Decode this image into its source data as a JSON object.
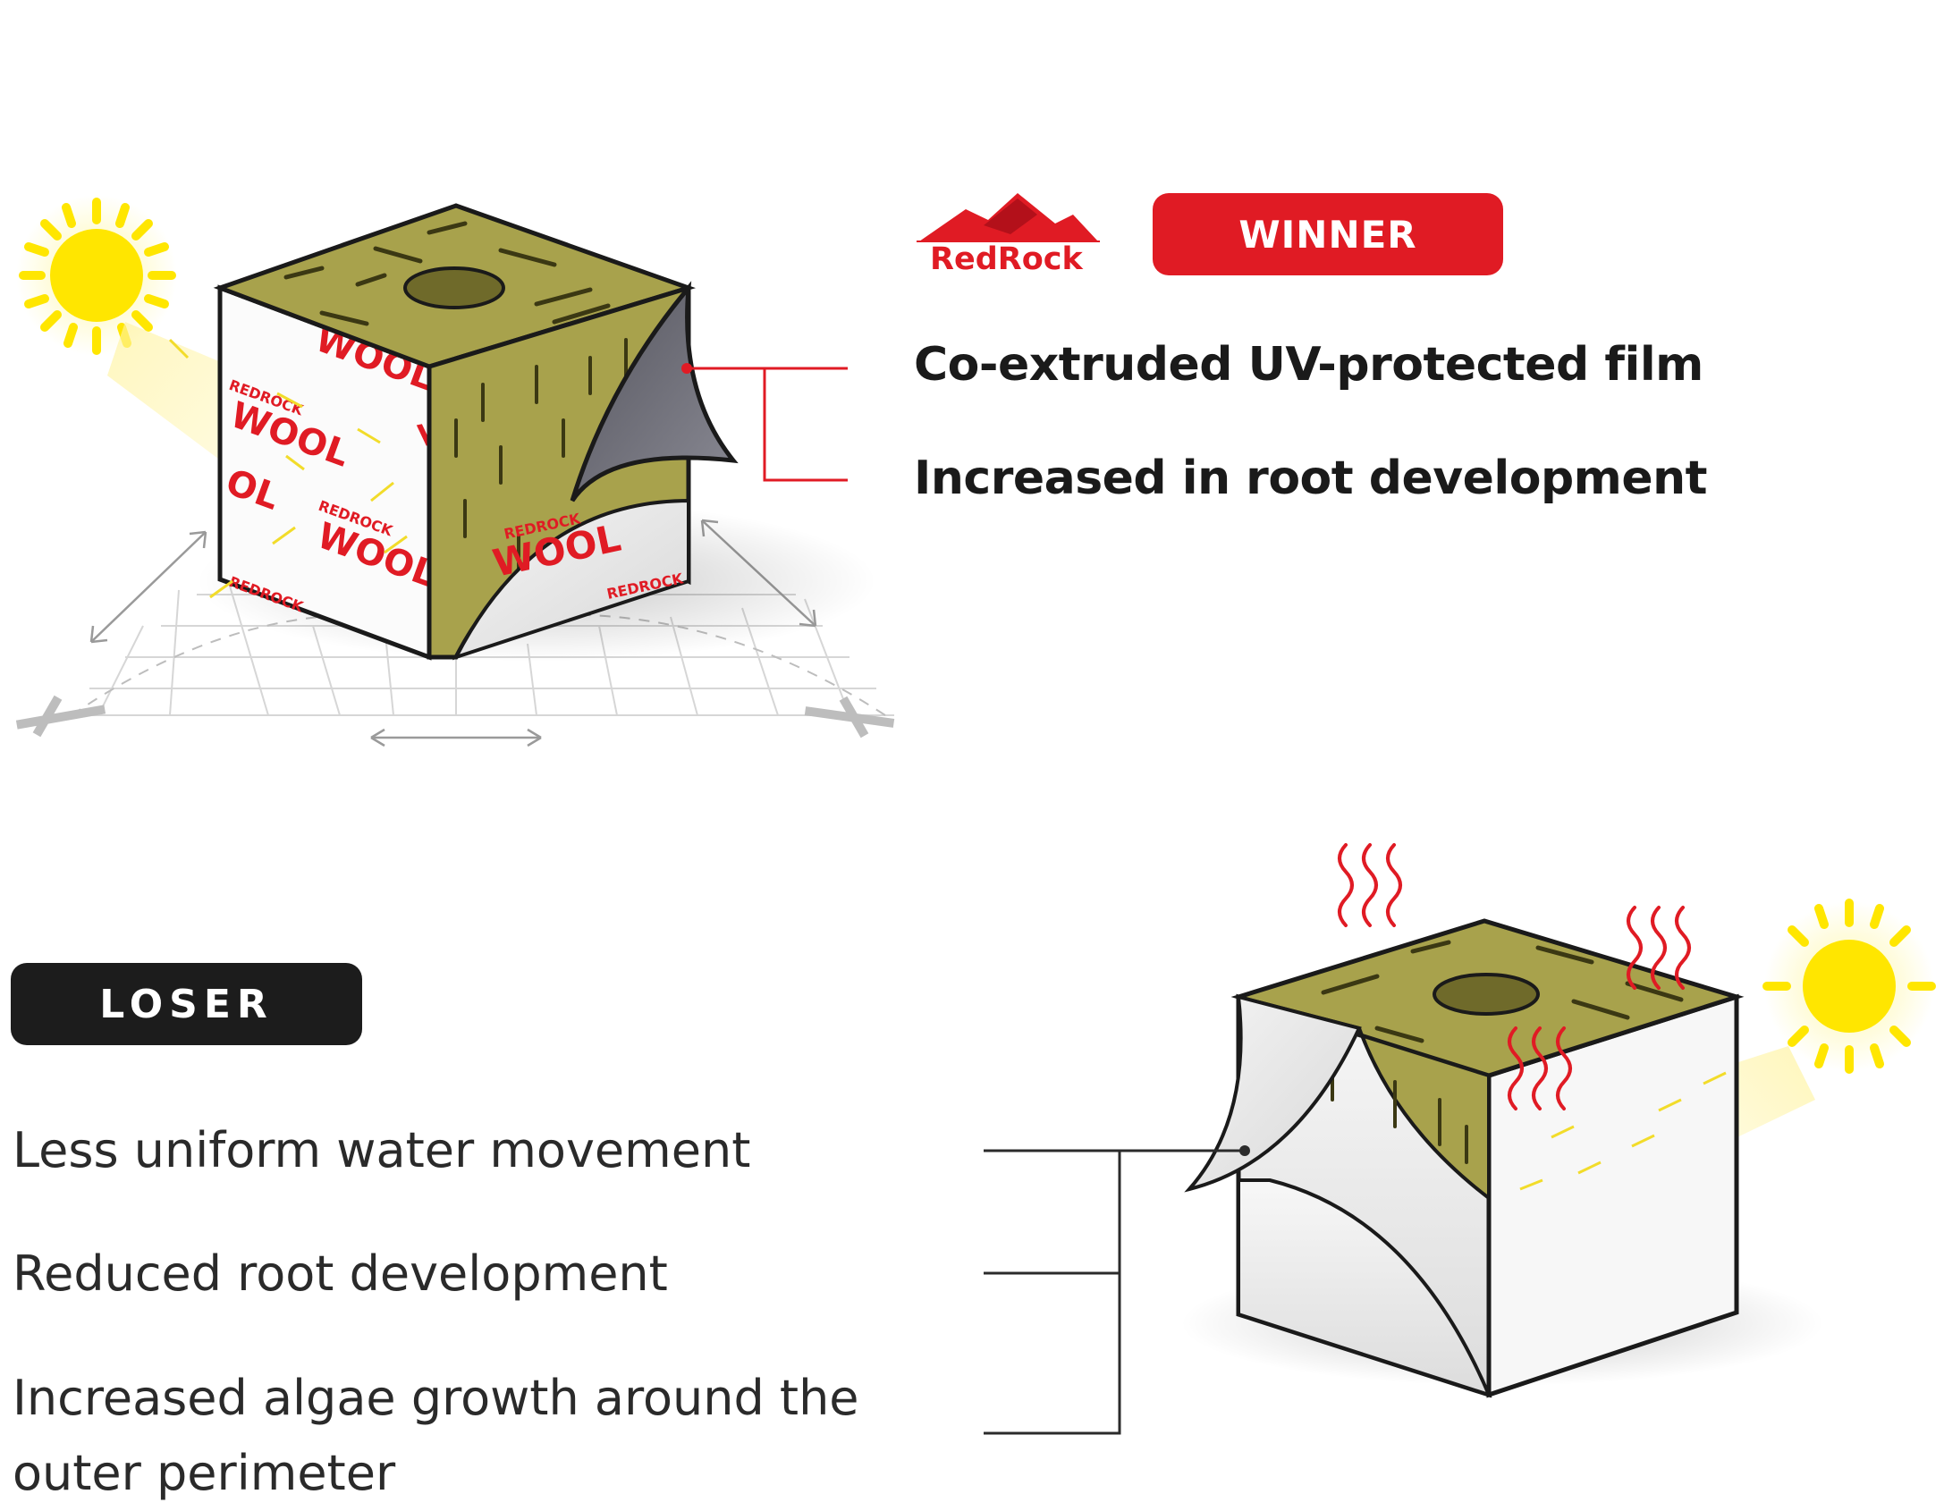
{
  "brand": {
    "name": "RedRock",
    "color": "#e01b24",
    "logo_icon": "mountain-logo-icon"
  },
  "winner": {
    "badge": "WINNER",
    "features": [
      "Co-extruded UV-protected film",
      "Increased in root development"
    ]
  },
  "loser": {
    "badge": "LOSER",
    "features": [
      "Less uniform water movement",
      "Reduced root development",
      "Increased algae growth around the outer perimeter"
    ]
  },
  "product": {
    "label_top": "REDROCK",
    "label_main": "WOOL"
  },
  "colors": {
    "winner": "#e01b24",
    "loser": "#1c1c1c",
    "wool": "#a8a24c",
    "sun": "#ffe600",
    "heat": "#e01b24"
  },
  "icons": [
    "sun-icon",
    "heat-wave-icon",
    "rockwool-cube-icon",
    "mountain-logo-icon"
  ]
}
